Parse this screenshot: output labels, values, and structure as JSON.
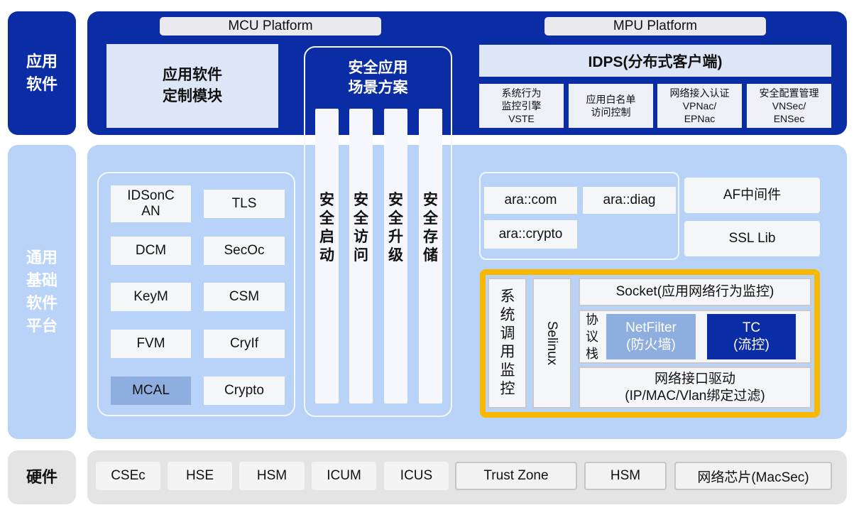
{
  "rows": {
    "app": "应用\n软件",
    "basic": "通用\n基础\n软件\n平台",
    "hardware": "硬件"
  },
  "mcu": {
    "title": "MCU Platform",
    "custom_module": "应用软件\n定制模块"
  },
  "mpu": {
    "title": "MPU Platform",
    "idps_title": "IDPS(分布式客户端)",
    "idps_items": [
      "系统行为\n监控引擎\nVSTE",
      "应用白名单\n访问控制",
      "网络接入认证\nVPNac/\nEPNac",
      "安全配置管理\nVNSec/\nENSec"
    ]
  },
  "scenarios": {
    "title": "安全应用\n场景方案",
    "columns": [
      "安全启动",
      "安全访问",
      "安全升级",
      "安全存储"
    ]
  },
  "mcu_modules": [
    [
      "IDSonC\nAN",
      "TLS"
    ],
    [
      "DCM",
      "SecOc"
    ],
    [
      "KeyM",
      "CSM"
    ],
    [
      "FVM",
      "CryIf"
    ],
    [
      "MCAL",
      "Crypto"
    ]
  ],
  "mpu_middleware": {
    "ara_com": "ara::com",
    "ara_diag": "ara::diag",
    "ara_crypto": "ara::crypto",
    "af": "AF中间件",
    "ssl": "SSL Lib"
  },
  "security": {
    "syscall": "系统调用监控",
    "selinux": "Selinux",
    "socket": "Socket(应用网络行为监控)",
    "stack": "协议栈",
    "netfilter": "NetFilter\n(防火墙)",
    "tc": "TC\n(流控)",
    "driver": "网络接口驱动\n(IP/MAC/Vlan绑定过滤)"
  },
  "hardware": [
    "CSEc",
    "HSE",
    "HSM",
    "ICUM",
    "ICUS",
    "Trust Zone",
    "HSM",
    "网络芯片(MacSec)"
  ],
  "colors": {
    "navy": "#0a2ca4",
    "light_blue": "#b9d3f8",
    "highlight_yellow": "#f8b800",
    "selected_module": "#8faee0"
  }
}
